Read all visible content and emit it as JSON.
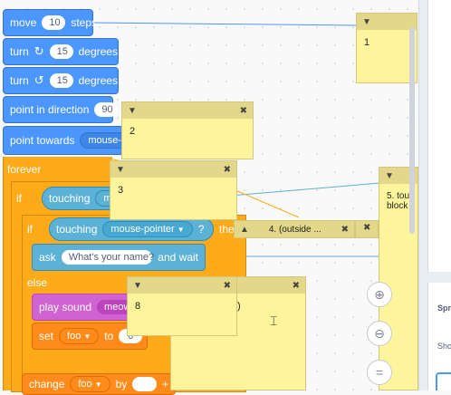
{
  "blocks": {
    "move": {
      "word": "move",
      "value": "10",
      "suffix": "steps"
    },
    "turn_cw": {
      "word": "turn",
      "icon": "rotate-right-icon",
      "value": "15",
      "suffix": "degrees"
    },
    "turn_ccw": {
      "word": "turn",
      "icon": "rotate-left-icon",
      "value": "15",
      "suffix": "degrees"
    },
    "point_dir": {
      "label": "point in direction",
      "value": "90"
    },
    "point_towards": {
      "label": "point towards",
      "value": "mouse-po"
    },
    "forever": {
      "label": "forever"
    },
    "if_outer": {
      "label": "if",
      "touching": "touching",
      "value": "m"
    },
    "if_inner": {
      "label": "if",
      "touching": "touching",
      "value": "mouse-pointer",
      "q": "?",
      "then": "the"
    },
    "ask": {
      "label": "ask",
      "value": "What's your name?",
      "suffix": "and wait"
    },
    "else": {
      "label": "else"
    },
    "play_sound": {
      "label": "play sound",
      "value": "meow"
    },
    "set": {
      "label": "set",
      "var": "foo",
      "to": "to",
      "value": "0"
    },
    "change": {
      "label": "change",
      "var": "foo",
      "by": "by",
      "value": "",
      "plus": "+"
    }
  },
  "notes": [
    {
      "id": "1",
      "text": "1"
    },
    {
      "id": "2",
      "text": "2"
    },
    {
      "id": "3",
      "text": "3"
    },
    {
      "id": "4",
      "text": "4. (outside ..."
    },
    {
      "id": "5",
      "text": "5. tou block"
    },
    {
      "id": "8",
      "text": "8"
    },
    {
      "id": "7",
      "text": "ck)"
    }
  ],
  "right_panel": {
    "spr": "Spr",
    "sho": "Sho"
  },
  "zoom": {
    "in": "zoom-in-icon",
    "out": "zoom-out-icon",
    "reset": "="
  },
  "colors": {
    "motion": "#4c97ff",
    "control": "#ffab19",
    "sensing": "#5cb1d6",
    "sound": "#cf63cf",
    "variables": "#ff8c1a",
    "note": "#fef49c"
  }
}
